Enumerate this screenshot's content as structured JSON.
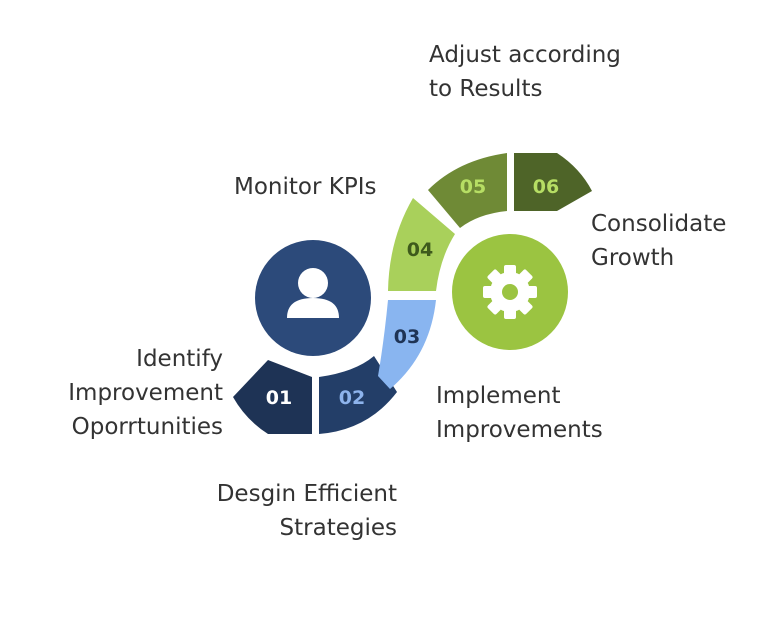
{
  "steps": [
    {
      "number": "01",
      "lines": [
        "Identify",
        "Improvement",
        "Oporrtunities"
      ],
      "fill": "#1E3355",
      "num_color": "#FFFFFF"
    },
    {
      "number": "02",
      "lines": [
        "Desgin Efficient",
        "Strategies"
      ],
      "fill": "#233E68",
      "num_color": "#8DB3EC"
    },
    {
      "number": "03",
      "lines": [
        "Implement",
        "Improvements"
      ],
      "fill": "#89B5F0",
      "num_color": "#1E3355"
    },
    {
      "number": "04",
      "lines": [
        "Monitor KPIs"
      ],
      "fill": "#A9D05B",
      "num_color": "#3E5A1C"
    },
    {
      "number": "05",
      "lines": [
        "Adjust according",
        "to Results"
      ],
      "fill": "#6F8A36",
      "num_color": "#B6DE64"
    },
    {
      "number": "06",
      "lines": [
        "Consolidate",
        "Growth"
      ],
      "fill": "#4E6428",
      "num_color": "#B6DE64"
    }
  ],
  "icons": {
    "person": {
      "name": "person-icon",
      "circle_color": "#2C4A7A"
    },
    "gear": {
      "name": "gear-icon",
      "circle_color": "#9BC441"
    }
  }
}
